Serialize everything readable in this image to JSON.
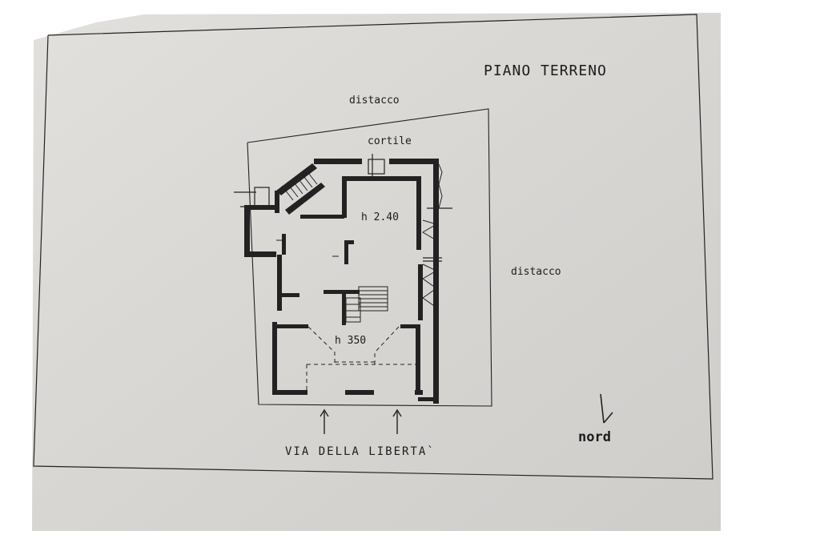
{
  "plan": {
    "title": "PIANO TERRENO",
    "boundary_top_label": "distacco",
    "boundary_right_label": "distacco",
    "courtyard_label": "cortile",
    "height_upper": "h 2.40",
    "height_lower": "h 350",
    "street_label": "VIA DELLA LIBERTA`",
    "north_label": "nord"
  },
  "colors": {
    "paper": "#dcdad7",
    "ink": "#1c1c1c",
    "background": "#ffffff"
  }
}
